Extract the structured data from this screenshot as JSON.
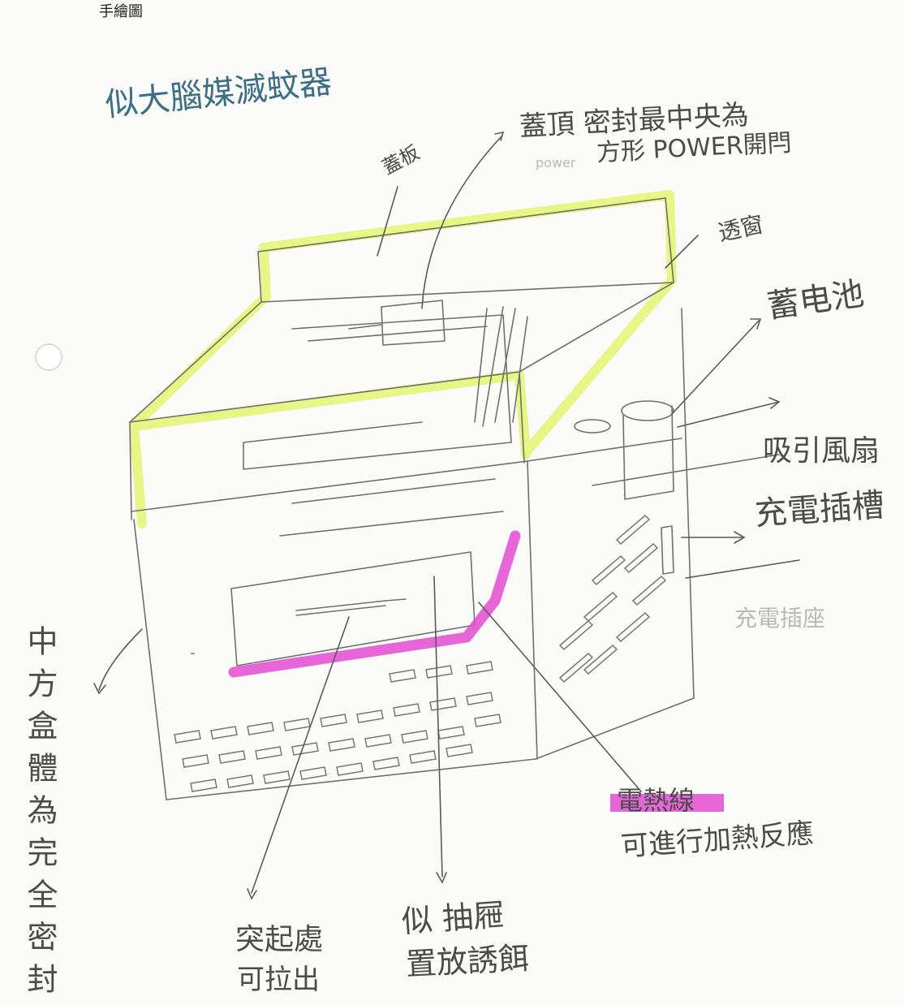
{
  "header": {
    "caption": "手繪圖"
  },
  "diagram": {
    "title": "似大腦媒滅蚊器",
    "labels": {
      "lid_top": "蓋頂 密封最中央為",
      "lid_top_2": "方形 POWER開閂",
      "lid_small": "蓋板",
      "side_small": "透窗",
      "battery": "蓄电池",
      "suction_fan": "吸引風扇",
      "charge_slot": "充電插槽",
      "charge_slot_faint": "充電插座",
      "heating_wire": "電熱線",
      "heating_wire_desc": "可進行加熱反應",
      "left_vertical": "中方盒體為完全密封",
      "bottom_left_1": "突起處",
      "bottom_left_2": "可拉出",
      "bottom_right_1": "似 抽屜",
      "bottom_right_2": "置放誘餌",
      "faint_power": "power"
    },
    "colors": {
      "pencil": "#6c6c6c",
      "highlight_yellow": "#e4f77a",
      "highlight_magenta": "#e24bd2",
      "ink_blue": "#3a6f86"
    }
  }
}
